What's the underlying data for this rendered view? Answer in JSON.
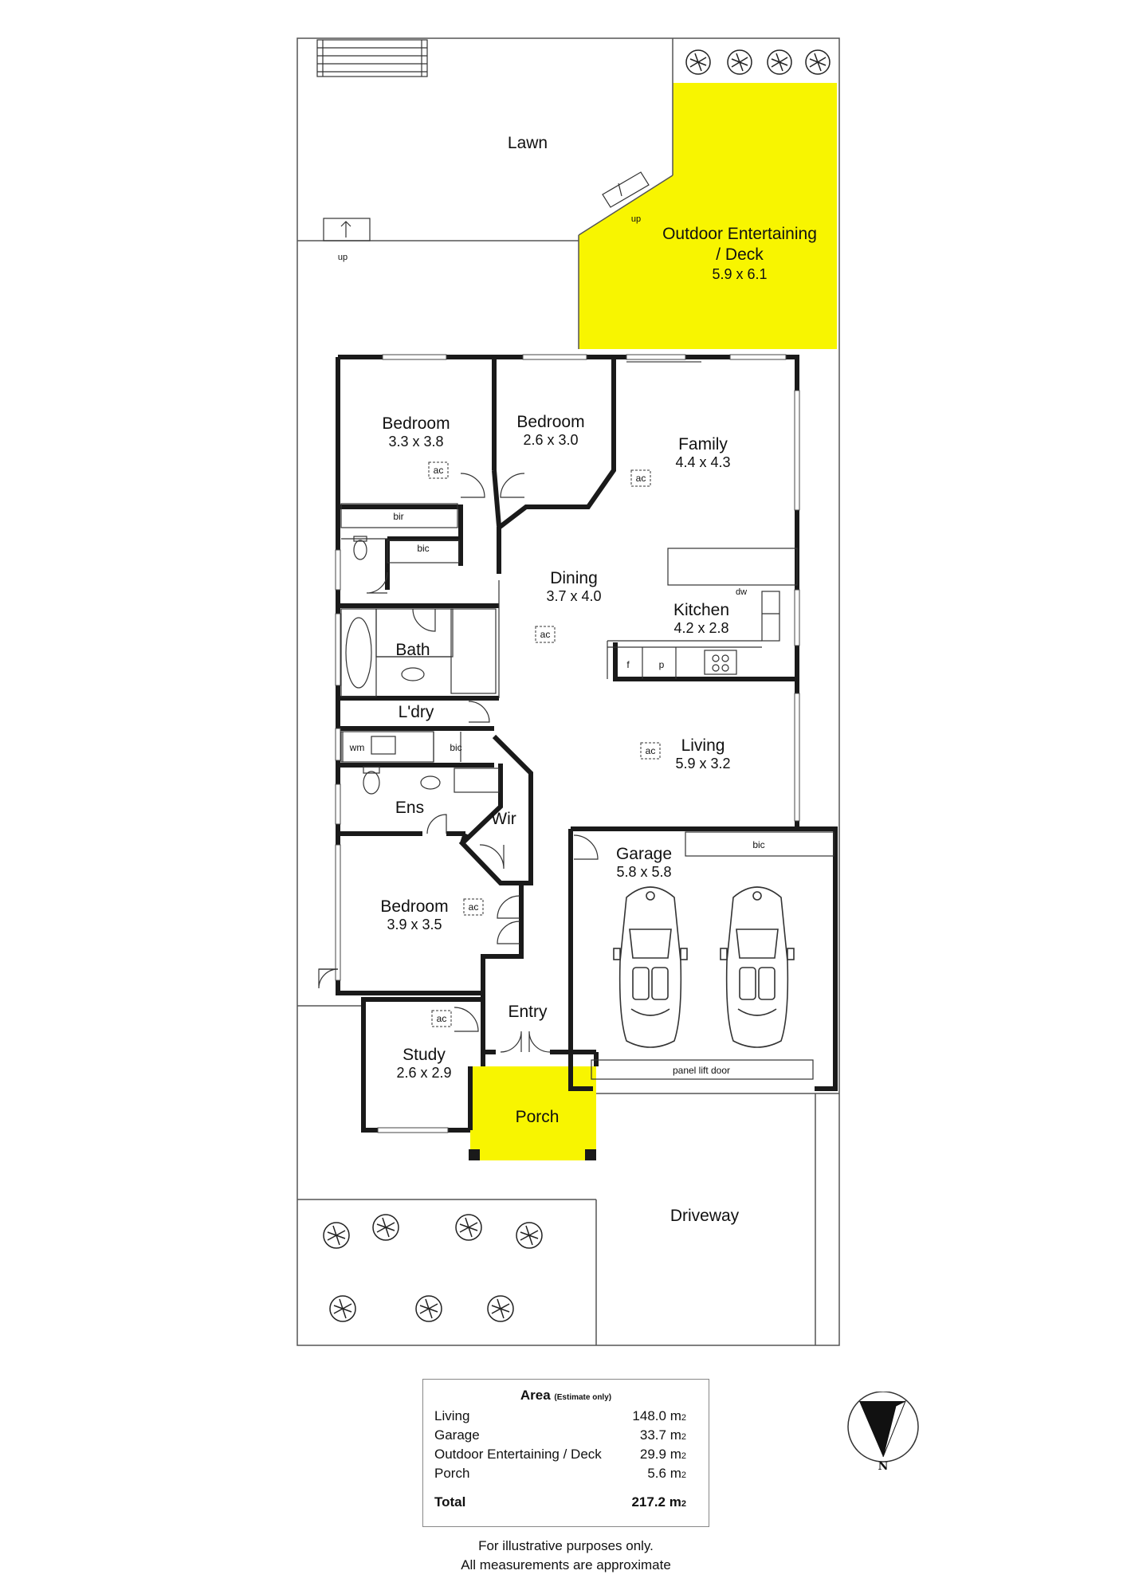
{
  "rooms": {
    "lawn": {
      "name": "Lawn"
    },
    "deck": {
      "name": "Outdoor Entertaining",
      "name2": "/ Deck",
      "dims": "5.9 x 6.1"
    },
    "bedroom1": {
      "name": "Bedroom",
      "dims": "3.3 x 3.8"
    },
    "bedroom2": {
      "name": "Bedroom",
      "dims": "2.6 x 3.0"
    },
    "family": {
      "name": "Family",
      "dims": "4.4 x 4.3"
    },
    "dining": {
      "name": "Dining",
      "dims": "3.7 x 4.0"
    },
    "kitchen": {
      "name": "Kitchen",
      "dims": "4.2 x 2.8"
    },
    "bath": {
      "name": "Bath"
    },
    "laundry": {
      "name": "L'dry"
    },
    "living": {
      "name": "Living",
      "dims": "5.9 x 3.2"
    },
    "ensuite": {
      "name": "Ens"
    },
    "wir": {
      "name": "Wir"
    },
    "garage": {
      "name": "Garage",
      "dims": "5.8 x 5.8"
    },
    "bedroom3": {
      "name": "Bedroom",
      "dims": "3.9 x 3.5"
    },
    "entry": {
      "name": "Entry"
    },
    "study": {
      "name": "Study",
      "dims": "2.6 x 2.9"
    },
    "porch": {
      "name": "Porch"
    },
    "driveway": {
      "name": "Driveway"
    }
  },
  "fixtures": {
    "up": "up",
    "ac": "ac",
    "bir": "bir",
    "bic": "bic",
    "dw": "dw",
    "fridge": "f",
    "pantry": "p",
    "wm": "wm",
    "panel_door": "panel lift door"
  },
  "area": {
    "title": "Area",
    "subtitle": "(Estimate only)",
    "unit": "m",
    "unit_sup": "2",
    "rows": [
      {
        "name": "Living",
        "value": "148.0"
      },
      {
        "name": "Garage",
        "value": "33.7"
      },
      {
        "name": "Outdoor Entertaining / Deck",
        "value": "29.9"
      },
      {
        "name": "Porch",
        "value": "5.6"
      }
    ],
    "total": {
      "name": "Total",
      "value": "217.2"
    }
  },
  "disclaimer": {
    "line1": "For illustrative purposes only.",
    "line2": "All measurements are approximate"
  },
  "compass": {
    "label": "N"
  },
  "colors": {
    "highlight": "#f8f500",
    "wall": "#1a1a1a",
    "line": "#555555"
  }
}
